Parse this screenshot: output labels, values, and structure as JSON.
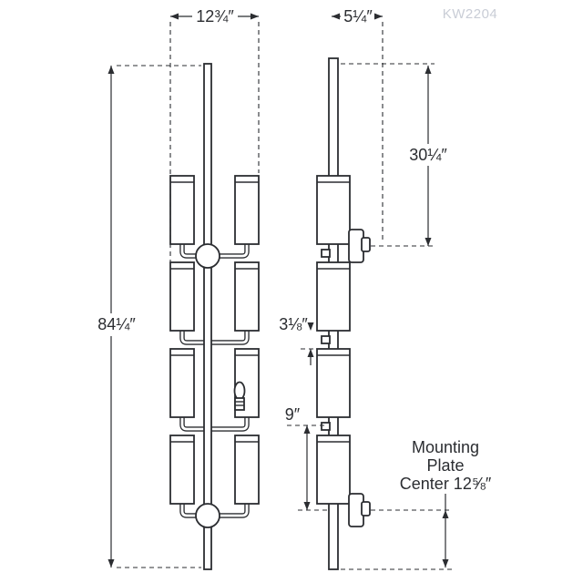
{
  "product_code": "KW2204",
  "colors": {
    "line": "#2b2d31",
    "code_gray": "#c9cdd6",
    "background": "#ffffff"
  },
  "labels": {
    "front_width": "12¾″",
    "side_depth": "5¼″",
    "overall_height": "84¼″",
    "top_to_mount": "30¼″",
    "shade_gap": "3⅛″",
    "arm_to_mount": "9″",
    "mount_line1": "Mounting",
    "mount_line2": "Plate",
    "mount_line3": "Center 12⅝″"
  }
}
